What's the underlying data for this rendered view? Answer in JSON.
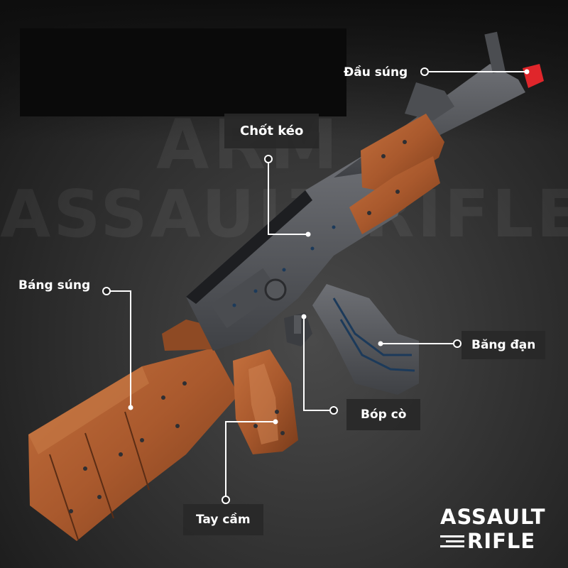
{
  "labels": {
    "muzzle": "Đầu súng",
    "bolt": "Chốt kéo",
    "stock": "Báng  súng",
    "magazine": "Băng đạn",
    "trigger": "Bóp cò",
    "grip": "Tay cầm"
  },
  "watermark": {
    "line1": "ARM",
    "line2": "ASSAULT RIFLE"
  },
  "brand": {
    "line1": "ASSAULT",
    "line2": "RIFLE"
  },
  "colors": {
    "wood": "#a9592d",
    "wood_dark": "#6e3518",
    "metal": "#5d5f63",
    "metal_dark": "#2c2d30",
    "muzzle_tip": "#e0262b",
    "callout": "#ffffff"
  }
}
